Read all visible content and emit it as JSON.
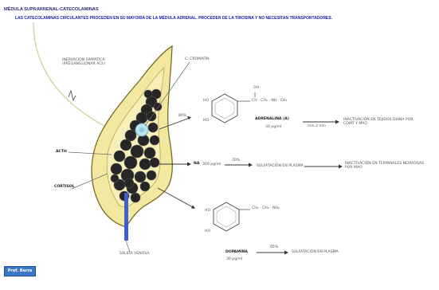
{
  "title": "MÉDULA SUPRARRENAL-CATECOLAMINAS",
  "subtitle": "LAS CATECOLAMINAS CIRCULANTES PROCEDEN EN SU MAYORÍA DE LA MÉDULA ADRENAL. PROCEDEN DE LA TIROSINA Y NO NECESITAN TRANSPORTADORES.",
  "labels": {
    "innervation": "INERVACIÓN SIMPÁTICA (PREGANGLIONAR ACh)",
    "chromaffin": "C. CROMAFÍN",
    "acth": "ACTH",
    "cortisol": "CORTISOL",
    "vein": "SALIDA VENOSA"
  },
  "adrenaline": {
    "oh": "OH",
    "ho_top": "HO",
    "ho_bottom": "HO",
    "chain": "CH - CH₂ - NH - CH₃",
    "pct": "80%",
    "name": "ADRENALINA (A)",
    "conc": "30 pg/ml",
    "time": "min 2 min",
    "fate": "INACTIVACIÓN EN TEJIDOS DIANA POR COMT Y MAO"
  },
  "noradrenaline": {
    "name": "NA",
    "conc": "300 pg/ml",
    "pct": "70%",
    "path": "SULFATACIÓN EN PLASMA",
    "fate": "INACTIVACIÓN EN TERMINALES NERVIOSAS POR MAO"
  },
  "dopamine": {
    "chain": "CH₂ - CH₂ - NH₂",
    "ho_top": "HO",
    "ho_bottom": "HO",
    "name": "DOPAMINA",
    "conc": "30 pg/ml",
    "pct": "95%",
    "path": "SULFATACIÓN EN PLASMA"
  },
  "logo": "Prof. Berra",
  "colors": {
    "cortex": "#f2e8a0",
    "medulla": "#262626",
    "title": "#1a1aa0",
    "vessel": "#3f5fd0"
  }
}
